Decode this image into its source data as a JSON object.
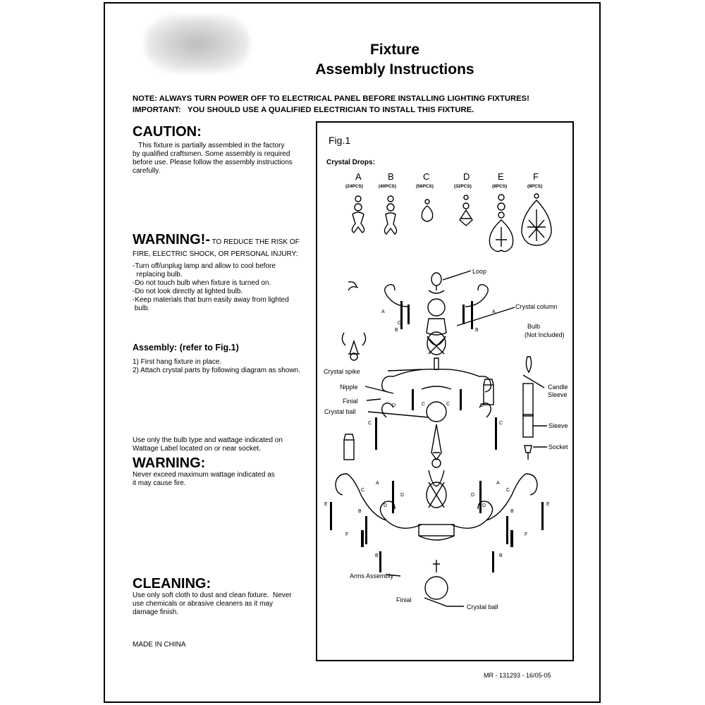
{
  "header": {
    "logo_alt": "Brand logo (blurred)",
    "title_line1": "Fixture",
    "title_line2": "Assembly Instructions"
  },
  "notes": {
    "note": "NOTE: ALWAYS TURN POWER OFF TO ELECTRICAL PANEL BEFORE INSTALLING LIGHTING FIXTURES!",
    "important": "IMPORTANT:   YOU SHOULD USE A QUALIFIED ELECTRICIAN TO INSTALL THIS FIXTURE."
  },
  "caution": {
    "heading": "CAUTION:",
    "body": "   This fixture is partially assembled in the factory\nby qualified craftsmen. Some assembly is required\nbefore use. Please follow the assembly instructions\ncarefully."
  },
  "warning1": {
    "heading": "WARNING!-",
    "inline": " TO REDUCE THE RISK OF",
    "line2": "FIRE, ELECTRIC SHOCK, OR PERSONAL INJURY:",
    "body": "-Turn off/unplug lamp and allow to cool before\n  replacing bulb.\n-Do not touch bulb when fixture is turned on.\n-Do not look directly at lighted bulb.\n-Keep materials that burn easily away from lighted\n bulb."
  },
  "assembly": {
    "heading": "Assembly: (refer to Fig.1)",
    "body": "1) First hang fixture in place.\n2) Attach crystal parts by following diagram as shown."
  },
  "bulb_note": "Use only the bulb type and wattage indicated on\nWattage Label located on or near socket.",
  "warning2": {
    "heading": "WARNING:",
    "body": "Never exceed maximum wattage indicated as\nit may cause fire."
  },
  "cleaning": {
    "heading": "CLEANING:",
    "body": "Use only soft cloth to dust and clean fixture.  Never\nuse chemicals or abrasive cleaners as it may\ndamage finish."
  },
  "made_in": "MADE IN CHINA",
  "footer_code": "MR - 131293 - 16/05-05",
  "figure": {
    "title": "Fig.1",
    "crystal_drops_label": "Crystal  Drops:",
    "drops": [
      {
        "letter": "A",
        "qty": "(24PCS)"
      },
      {
        "letter": "B",
        "qty": "(40PCS)"
      },
      {
        "letter": "C",
        "qty": "(56PCS)"
      },
      {
        "letter": "D",
        "qty": "(32PCS)"
      },
      {
        "letter": "E",
        "qty": "(8PCS)"
      },
      {
        "letter": "F",
        "qty": "(8PCS)"
      }
    ],
    "callouts": {
      "loop": "Loop",
      "crystal_column": "Crystal column",
      "bulb": "Bulb",
      "bulb_note": "(Not Included)",
      "candle": "Candle",
      "sleeve_cs": "Sleeve",
      "sleeve": "Sleeve",
      "socket": "Socket",
      "crystal_spike": "Crystal spike",
      "nipple": "Nipple",
      "finial": "Finial",
      "crystal_ball": "Crystal ball",
      "arms_assembly": "Arms Assembly",
      "finial_bottom": "Finial",
      "crystal_ball_bottom": "Crystal ball"
    },
    "part_letters": {
      "a": "A",
      "b": "B",
      "c": "C",
      "d": "D",
      "e": "E",
      "f": "F"
    }
  }
}
